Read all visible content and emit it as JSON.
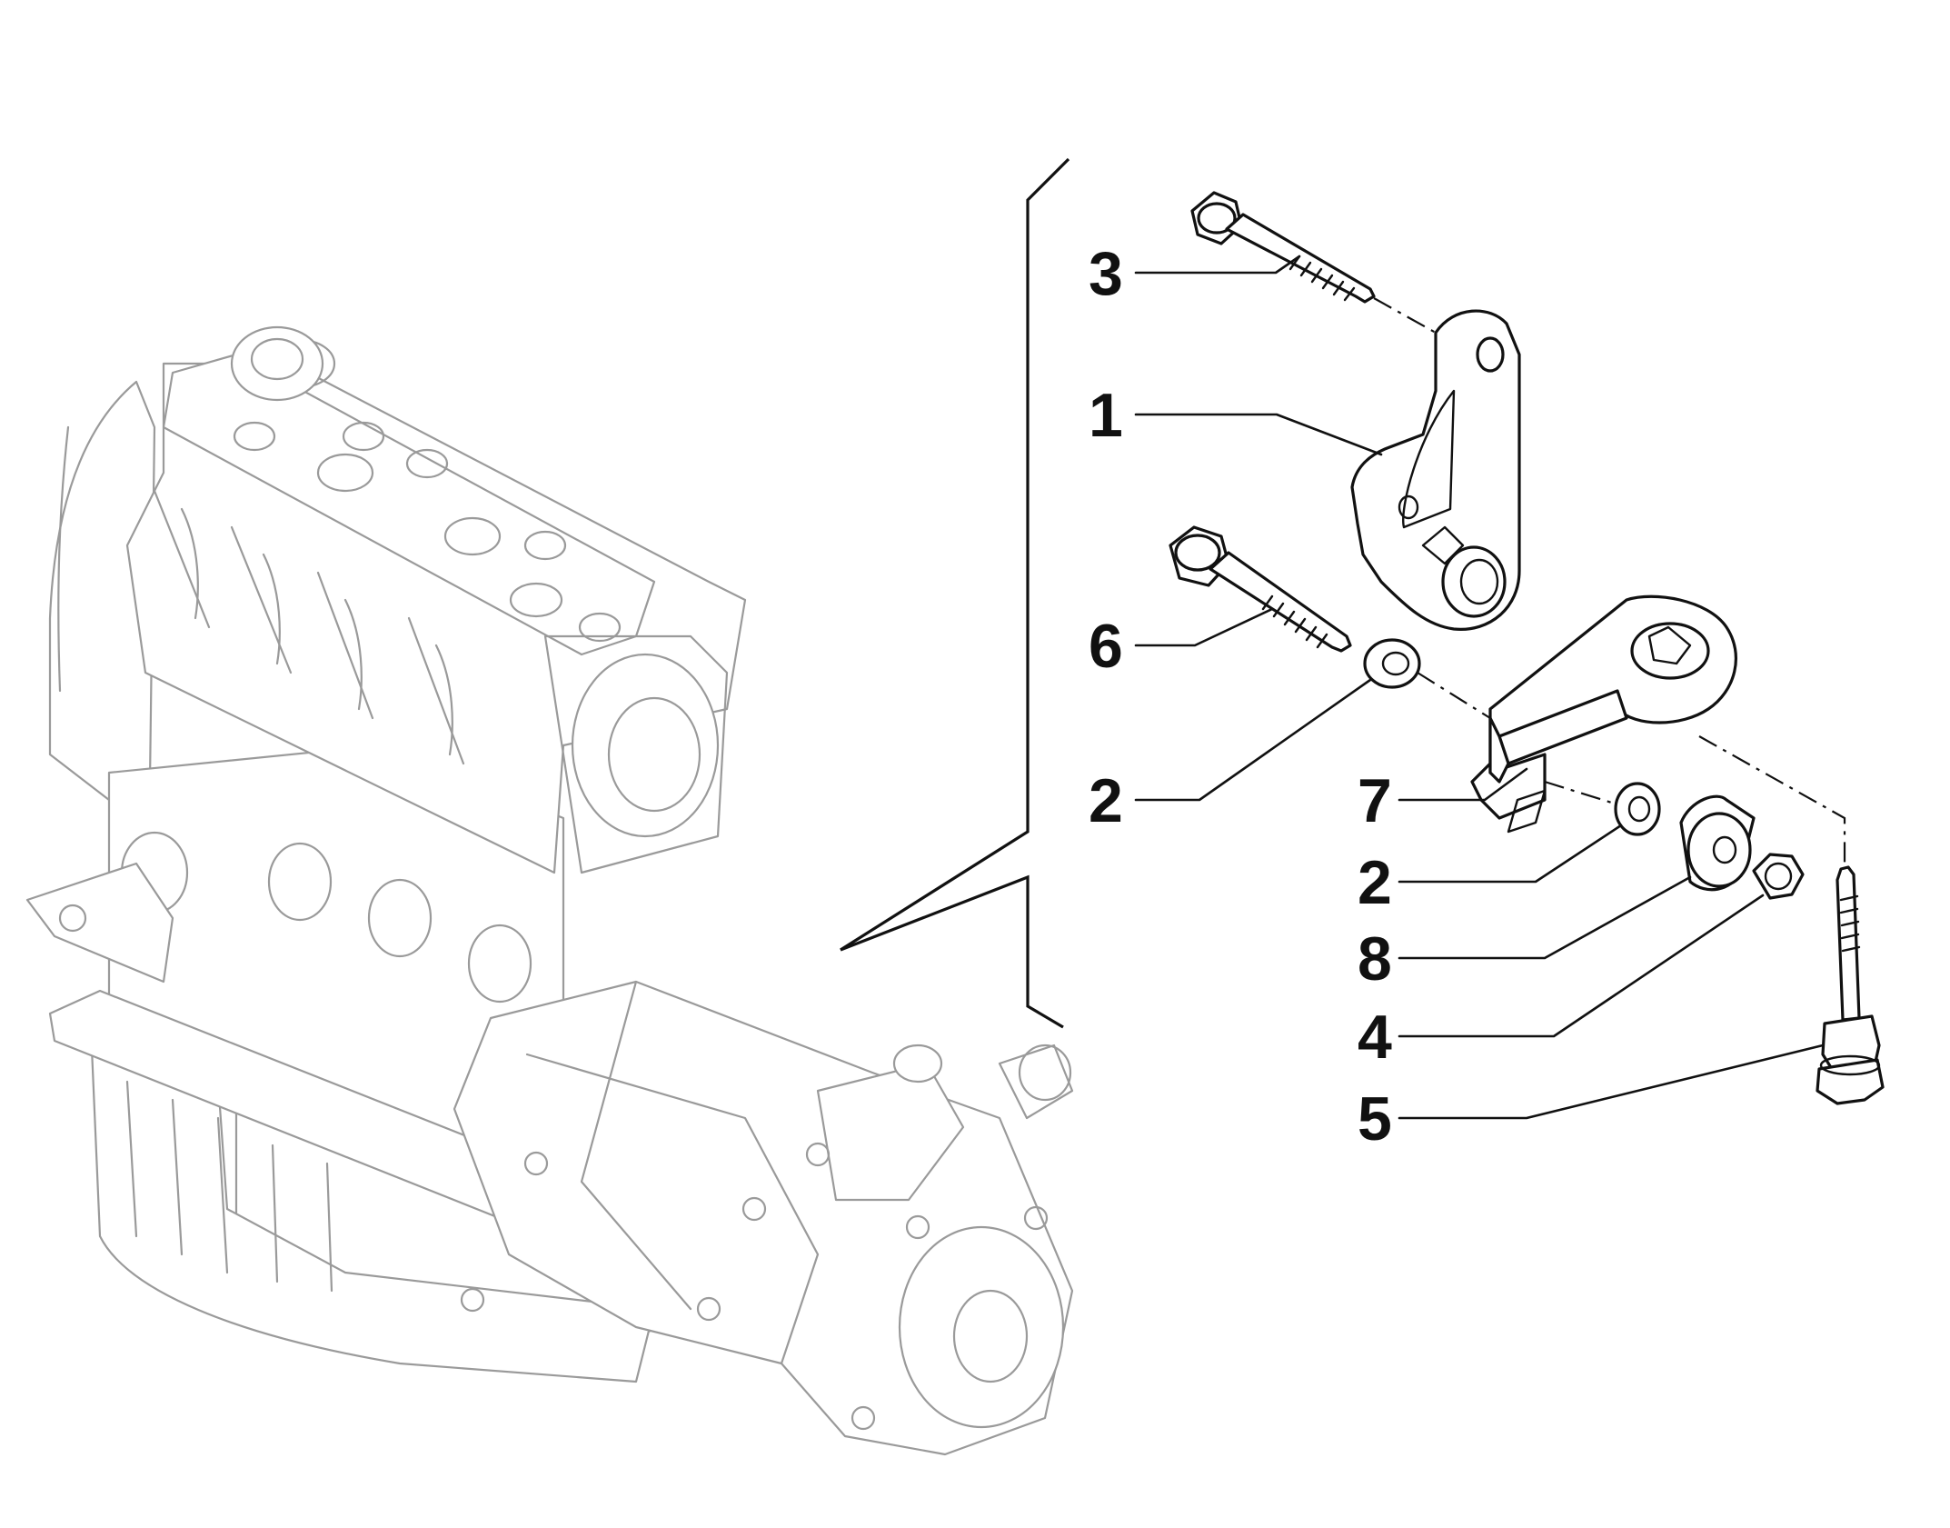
{
  "callouts": [
    {
      "id": "c3",
      "label": "3"
    },
    {
      "id": "c1",
      "label": "1"
    },
    {
      "id": "c6",
      "label": "6"
    },
    {
      "id": "c2a",
      "label": "2"
    },
    {
      "id": "c7",
      "label": "7"
    },
    {
      "id": "c2b",
      "label": "2"
    },
    {
      "id": "c8",
      "label": "8"
    },
    {
      "id": "c4",
      "label": "4"
    },
    {
      "id": "c5",
      "label": "5"
    }
  ],
  "colors": {
    "line": "#111111",
    "ghost_line": "#9a9a9a",
    "background": "#ffffff"
  }
}
